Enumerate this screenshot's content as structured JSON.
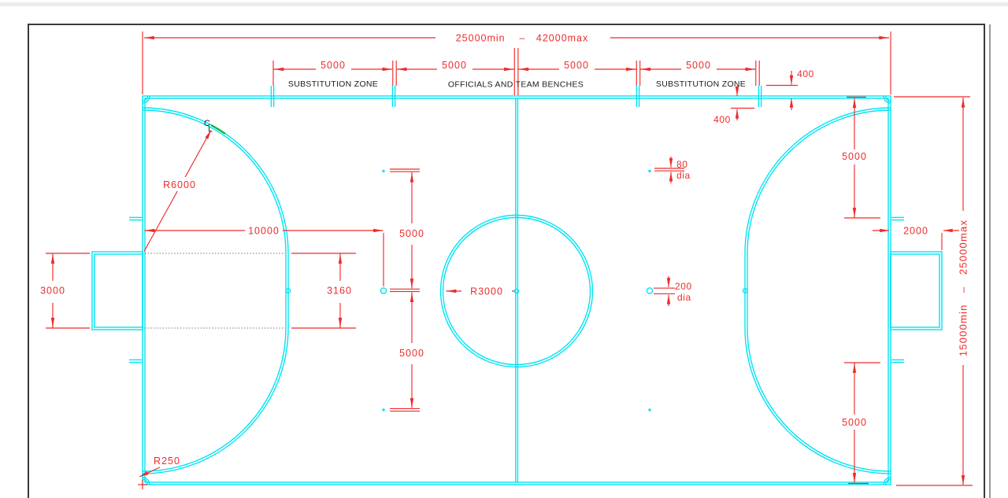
{
  "palette": {
    "court_line": "#00e4f2",
    "dimension": "#ee2b2b",
    "label": "#1b1b1b",
    "frame": "#3a3a3a",
    "page_edge": "#9a9a9a",
    "top_strip": "#ececec",
    "highlight_green": "#00b43c",
    "background": "#ffffff"
  },
  "labels": {
    "substitution_zone_left": "SUBSTITUTION ZONE",
    "officials_benches": "OFFICIALS AND TEAM BENCHES",
    "substitution_zone_right": "SUBSTITUTION ZONE",
    "centerline_c": "C",
    "centerline_l": "L"
  },
  "dimensions": {
    "overall_length": "25000min    –   42000max",
    "overall_width": "15000min   –   25000max",
    "zone1": "5000",
    "zone2": "5000",
    "zone3": "5000",
    "zone4": "5000",
    "mark_above_touchline": "400",
    "mark_below_touchline": "400",
    "corner_mark_top": "5000",
    "corner_mark_bottom": "5000",
    "goal_depth": "2000",
    "goal_width": "3000",
    "penalty_area_flat": "3160",
    "second_penalty_mark_dist": "10000",
    "mark_spacing_upper": "5000",
    "mark_spacing_lower": "5000",
    "penalty_arc_radius": "R6000",
    "center_circle_radius": "R3000",
    "corner_arc_radius": "R250",
    "small_mark_dia": "80",
    "small_mark_dia_unit": "dia",
    "penalty_mark_dia": "200",
    "penalty_mark_dia_unit": "dia"
  }
}
